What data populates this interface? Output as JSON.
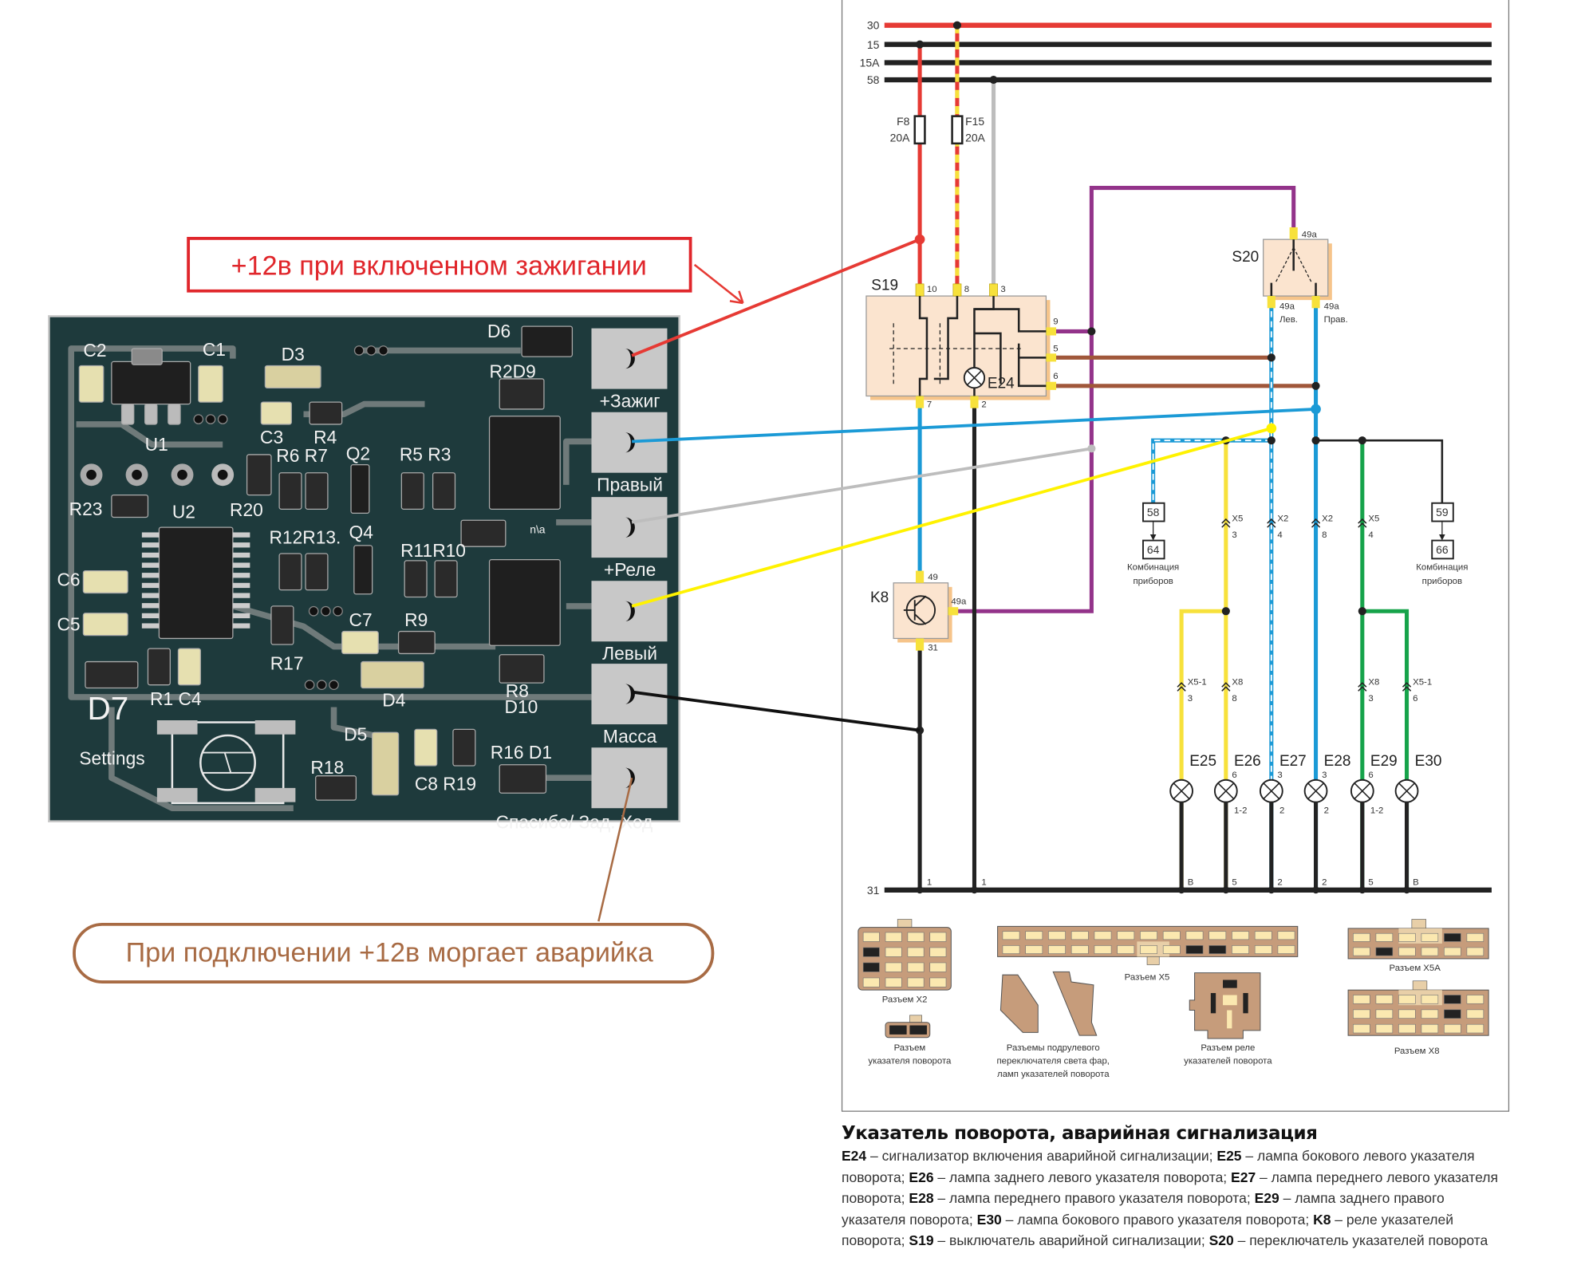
{
  "annotations": {
    "ignition_note": "+12в при включенном зажигании",
    "reverse_note": "При подключении +12в моргает аварийка",
    "ignition_color": "#e0262b",
    "reverse_color": "#a86b44"
  },
  "pcb": {
    "board_color": "#1e3a3c",
    "pads": [
      "+Зажиг",
      "Правый",
      "+Реле",
      "Левый",
      "Масса",
      "Спасибо/  Зад. Ход"
    ],
    "settings_label": "Settings",
    "labels": [
      "C2",
      "C1",
      "D3",
      "D6",
      "R2D9",
      "C3",
      "R4",
      "U1",
      "R6 R7",
      "Q2",
      "R5 R3",
      "R23",
      "U2",
      "R20",
      "R12R13.",
      "Q4",
      "n\\a",
      "R11R10",
      "C6",
      "C5",
      "C7",
      "R9",
      "R17",
      "D7",
      "R1 C4",
      "D4",
      "R8",
      "D10",
      "D5",
      "R18",
      "C8 R19",
      "R16 D1"
    ]
  },
  "schematic": {
    "buses": [
      "30",
      "15",
      "15A",
      "58"
    ],
    "ground_bus": "31",
    "fuses": [
      {
        "name": "F8",
        "rating": "20A"
      },
      {
        "name": "F15",
        "rating": "20A"
      }
    ],
    "s19": {
      "name": "S19",
      "lamp": "E24",
      "pins": [
        "10",
        "8",
        "3",
        "9",
        "5",
        "6",
        "7",
        "2"
      ]
    },
    "s20": {
      "name": "S20",
      "pin_in": "49a",
      "pin_left": "49a",
      "left_label": "Лев.",
      "pin_right": "49a",
      "right_label": "Прав."
    },
    "k8": {
      "name": "K8",
      "pin_in": "49",
      "pin_out": "49a",
      "pin_ground": "31"
    },
    "instrument_cluster": [
      {
        "from": "58",
        "to": "64",
        "label1": "Комбинация",
        "label2": "приборов"
      },
      {
        "from": "59",
        "to": "66",
        "label1": "Комбинация",
        "label2": "приборов"
      }
    ],
    "upper_connectors": [
      {
        "name": "X5",
        "pin": "3"
      },
      {
        "name": "X2",
        "pin": "4"
      },
      {
        "name": "X2",
        "pin": "8"
      },
      {
        "name": "X5",
        "pin": "4"
      }
    ],
    "lower_connectors": [
      {
        "name": "X5-1",
        "pin": "3"
      },
      {
        "name": "X8",
        "pin": "8"
      },
      {
        "name": "X8",
        "pin": "3"
      },
      {
        "name": "X5-1",
        "pin": "6"
      }
    ],
    "lamps": [
      {
        "name": "E25",
        "top": "",
        "bottom": "",
        "ground": "B"
      },
      {
        "name": "E26",
        "top": "6",
        "bottom": "1-2",
        "ground": "5"
      },
      {
        "name": "E27",
        "top": "3",
        "bottom": "2",
        "ground": "2"
      },
      {
        "name": "E28",
        "top": "3",
        "bottom": "2",
        "ground": "2"
      },
      {
        "name": "E29",
        "top": "6",
        "bottom": "1-2",
        "ground": "5"
      },
      {
        "name": "E30",
        "top": "",
        "bottom": "",
        "ground": "B"
      }
    ],
    "ground_pins": [
      "1",
      "1"
    ],
    "wire_colors": {
      "red": "#e63a34",
      "yellow": "#f7e13b",
      "gray": "#bdbdbd",
      "purple": "#93338a",
      "brown": "#a0573a",
      "blue": "#1b9ad6",
      "green": "#16a34a",
      "black": "#222222"
    }
  },
  "connector_views": {
    "x2": "Разъем X2",
    "turn": [
      "Разъем",
      "указателя поворота"
    ],
    "column": [
      "Разъемы подрулевого",
      "переключателя света фар,",
      "ламп указателей поворота"
    ],
    "x5": "Разъем X5",
    "relay": [
      "Разъем реле",
      "указателей поворота"
    ],
    "x5a": "Разъем X5A",
    "x8": "Разъем X8"
  },
  "caption": {
    "title": "Указатель поворота, аварийная сигнализация",
    "items": [
      {
        "code": "E24",
        "text": "сигнализатор включения аварийной сигнализации;"
      },
      {
        "code": "E25",
        "text": "лампа бокового левого указателя поворота;"
      },
      {
        "code": "E26",
        "text": "лампа заднего левого указателя поворота;"
      },
      {
        "code": "E27",
        "text": "лампа переднего левого указателя поворота;"
      },
      {
        "code": "E28",
        "text": "лампа переднего правого указателя поворота;"
      },
      {
        "code": "E29",
        "text": "лампа заднего правого указателя поворота;"
      },
      {
        "code": "E30",
        "text": "лампа бокового правого указателя поворота;"
      },
      {
        "code": "K8",
        "text": "реле указателей поворота;"
      },
      {
        "code": "S19",
        "text": "выключатель аварийной сигнализации;"
      },
      {
        "code": "S20",
        "text": "переключатель указателей поворота"
      }
    ]
  }
}
